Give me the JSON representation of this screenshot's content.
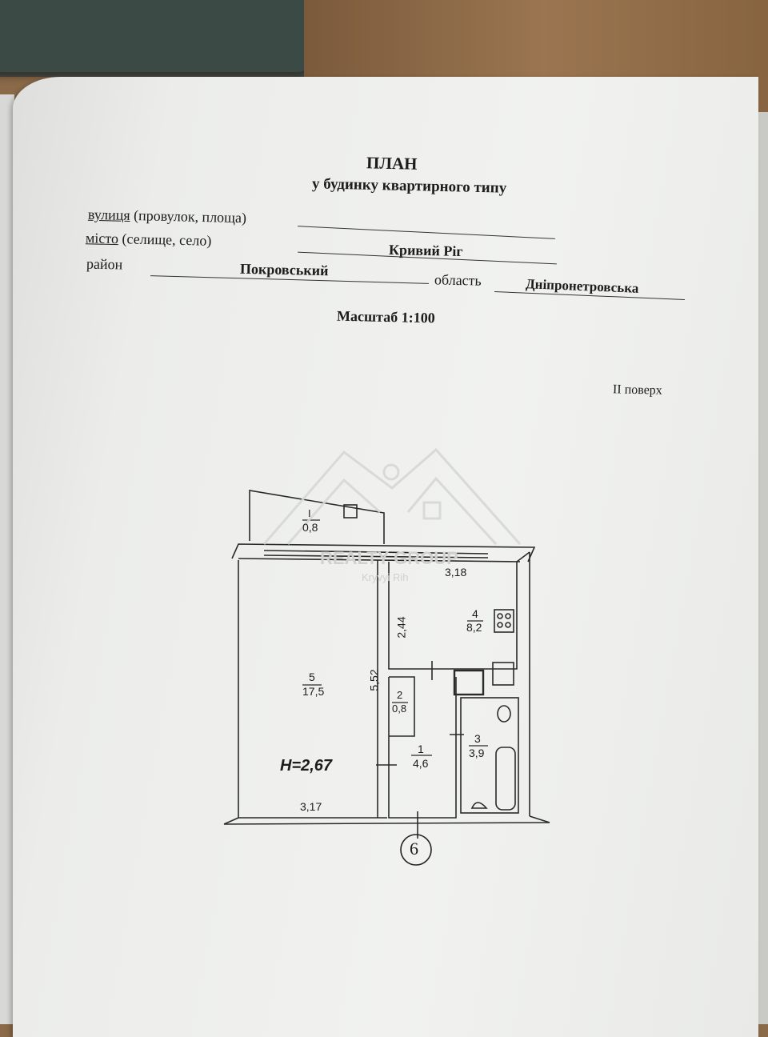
{
  "document": {
    "title": "ПЛАН",
    "subtitle": "у будинку квартирного типу",
    "street_label_prefix": "вулиця",
    "street_label_rest": " (провулок, площа)",
    "city_label_prefix": "місто",
    "city_label_rest": " (селище, село)",
    "city_value": "Кривий Ріг",
    "district_label": "район",
    "district_value": "Покровський",
    "region_label": "область",
    "region_value": "Дніпронетровська",
    "scale": "Масштаб 1:100",
    "floor": "II поверх",
    "axis_marker": "6"
  },
  "watermark": {
    "line1": "REALTY GROUP",
    "line2": "Kryvyi Rih"
  },
  "floor_plan": {
    "ceiling_height": "H=2,67",
    "rooms": [
      {
        "num": "I",
        "area": "0,8"
      },
      {
        "num": "4",
        "area": "8,2"
      },
      {
        "num": "5",
        "area": "17,5"
      },
      {
        "num": "2",
        "area": "0,8"
      },
      {
        "num": "1",
        "area": "4,6"
      },
      {
        "num": "3",
        "area": "3,9"
      }
    ],
    "dimensions": {
      "kitchen_width": "3,18",
      "kitchen_depth": "2,44",
      "room_depth": "5,52",
      "room_width": "3,17"
    }
  }
}
